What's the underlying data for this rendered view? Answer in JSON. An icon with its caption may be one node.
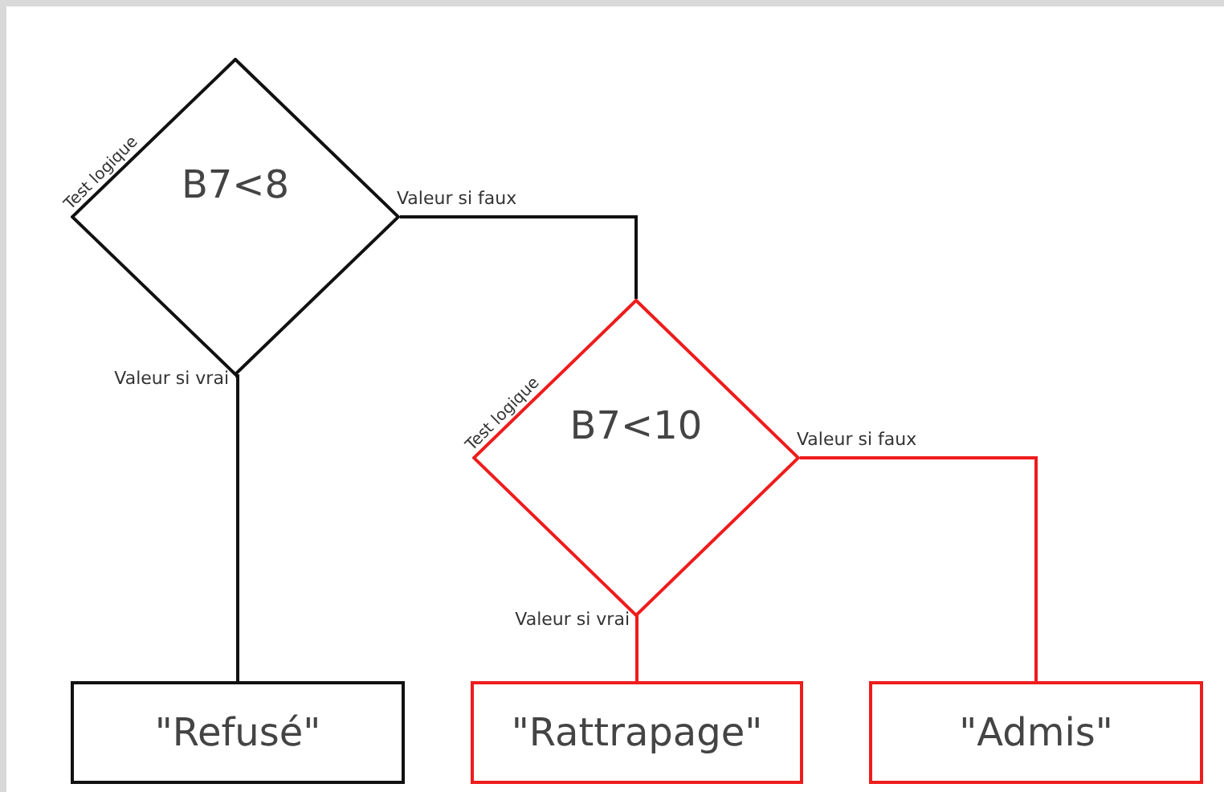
{
  "diagram": {
    "nodes": [
      {
        "text": [
          "B7<8"
        ],
        "beside": [
          "Test logique"
        ]
      },
      {
        "text": [
          "B7<10"
        ],
        "beside": [
          "Test logique"
        ]
      },
      {
        "text": [
          "\"Refusé\""
        ]
      },
      {
        "text": [
          "\"Rattrapage\""
        ]
      },
      {
        "text": [
          "\"Admis\""
        ]
      }
    ],
    "edges": [
      {
        "from": 0,
        "to": 1,
        "arrow": "none",
        "label": "Valeur si faux"
      },
      {
        "from": 0,
        "to": 2,
        "arrow": "none",
        "label": "Valeur si vrai"
      },
      {
        "from": 1,
        "to": 3,
        "arrow": "none",
        "label": "Valeur si vrai",
        "color": "#ee1c1c"
      },
      {
        "from": 1,
        "to": 4,
        "arrow": "none",
        "label": "Valeur si faux",
        "color": "#ee1c1c"
      }
    ]
  }
}
